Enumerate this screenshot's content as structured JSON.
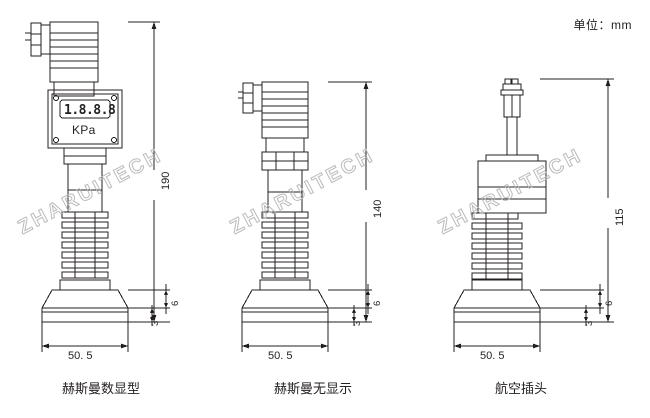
{
  "sheet": {
    "unit_note": "单位：mm",
    "watermark_text": "ZHARUITECH",
    "line_color": "#231f20",
    "background_color": "#ffffff"
  },
  "devices": [
    {
      "id": "device-1",
      "caption": "赫斯曼数显型",
      "connector": "hirschmann",
      "has_display": true,
      "display": {
        "digits": "1.8.8.8",
        "unit_label": "KPa"
      },
      "dimensions": {
        "total_height": "190",
        "base_width": "50. 5",
        "flange_upper": "6",
        "flange_lower": "3"
      }
    },
    {
      "id": "device-2",
      "caption": "赫斯曼无显示",
      "connector": "hirschmann",
      "has_display": false,
      "dimensions": {
        "total_height": "140",
        "base_width": "50. 5",
        "flange_upper": "6",
        "flange_lower": "3"
      }
    },
    {
      "id": "device-3",
      "caption": "航空插头",
      "connector": "aviation-plug",
      "has_display": false,
      "dimensions": {
        "total_height": "115",
        "base_width": "50. 5",
        "flange_upper": "6",
        "flange_lower": "3"
      }
    }
  ]
}
